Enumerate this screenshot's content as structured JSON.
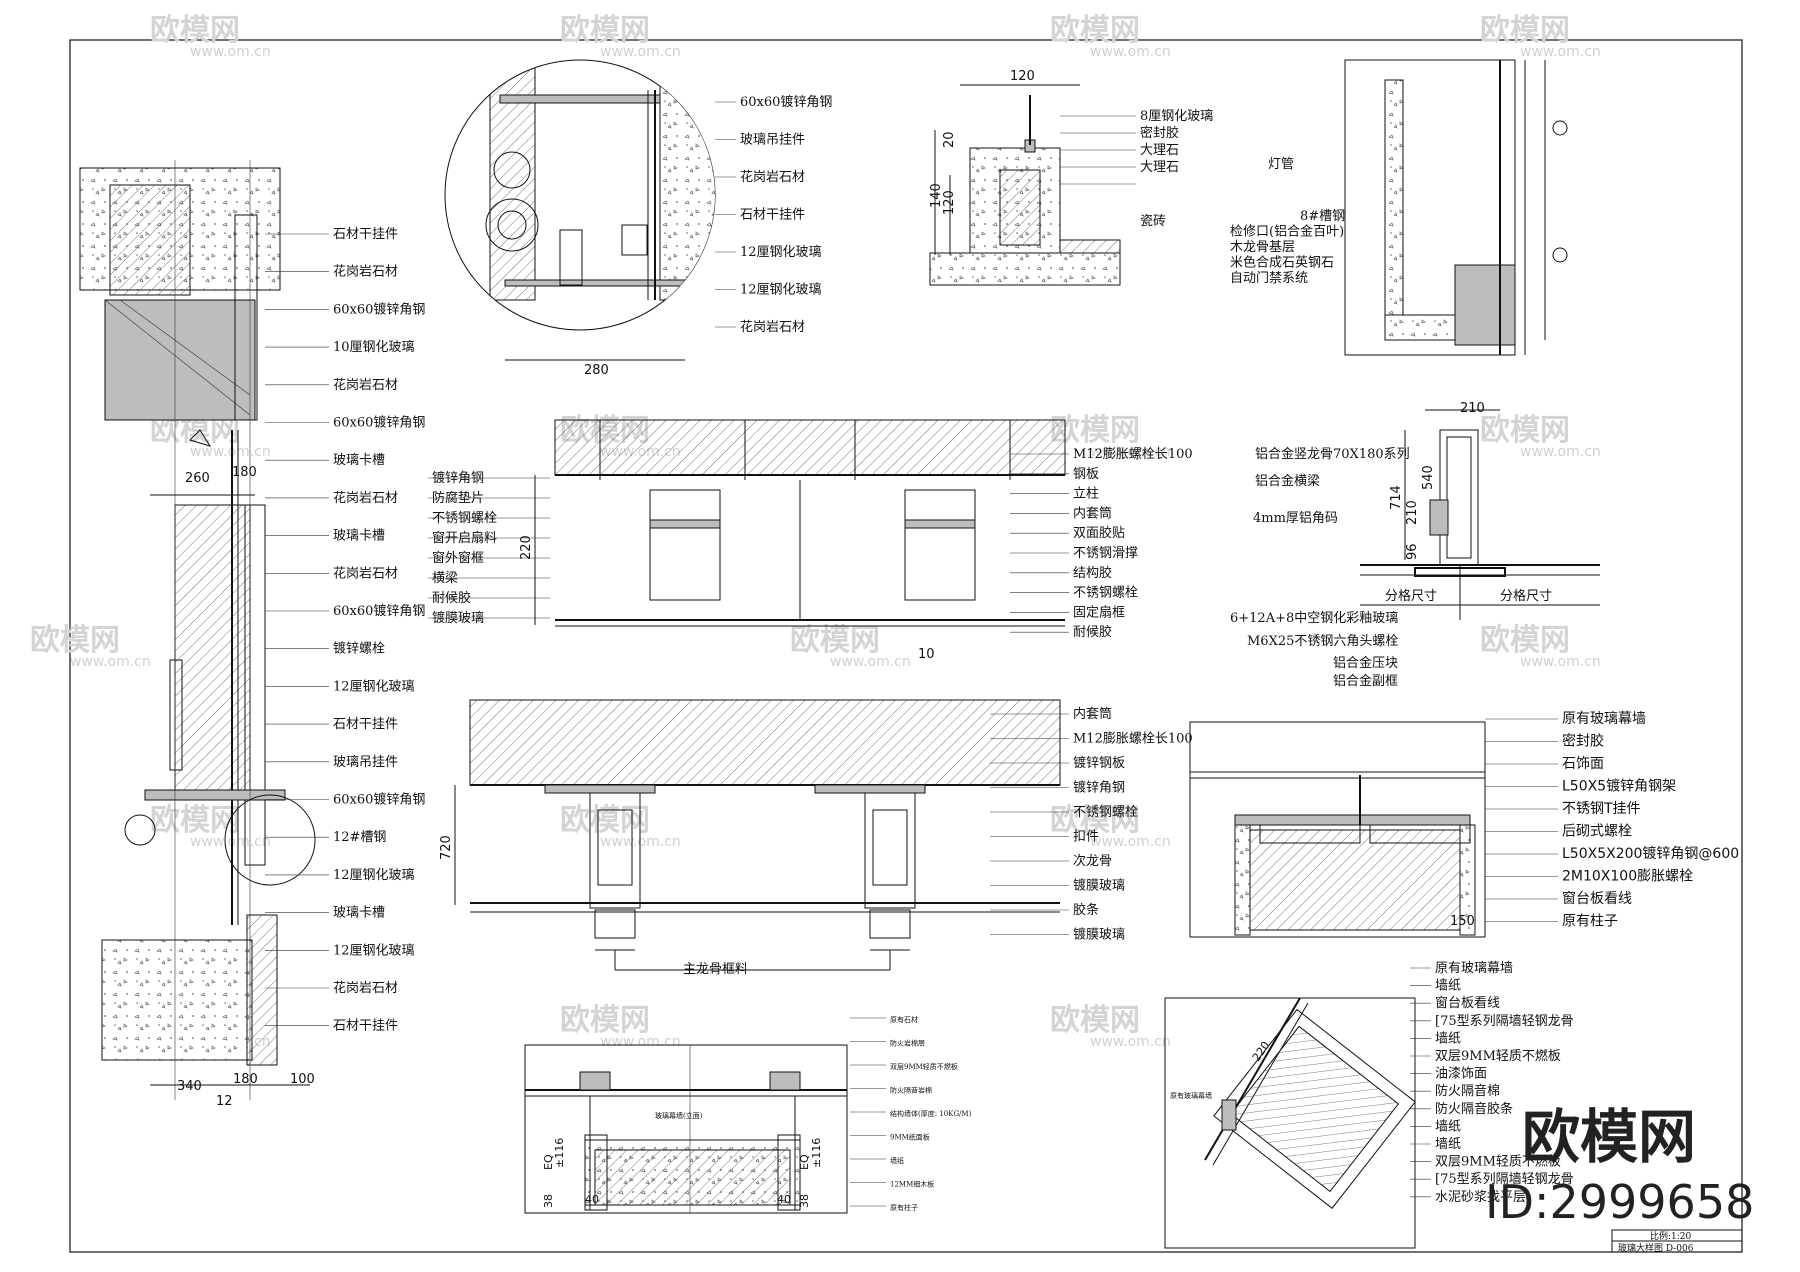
{
  "watermark": {
    "brand": "欧模网",
    "site": "www.om.cn"
  },
  "corner_badge": {
    "brand": "欧模网",
    "id": "ID:2999658"
  },
  "title_block": {
    "scale": "比例:1:20",
    "title": "玻璃大样图 D-006"
  },
  "vertical_section": {
    "labels": [
      "石材干挂件",
      "花岗岩石材",
      "60x60镀锌角钢",
      "10厘钢化玻璃",
      "花岗岩石材",
      "60x60镀锌角钢",
      "玻璃卡槽",
      "花岗岩石材",
      "玻璃卡槽",
      "花岗岩石材",
      "60x60镀锌角钢",
      "镀锌螺栓",
      "12厘钢化玻璃",
      "石材干挂件",
      "玻璃吊挂件",
      "60x60镀锌角钢",
      "12#槽钢",
      "12厘钢化玻璃",
      "玻璃卡槽",
      "12厘钢化玻璃",
      "花岗岩石材",
      "石材干挂件"
    ],
    "dims_top": [
      "260",
      "180"
    ],
    "dims_bottom": [
      "340",
      "180",
      "100",
      "12"
    ]
  },
  "circle_detail": {
    "labels": [
      "60x60镀锌角钢",
      "玻璃吊挂件",
      "花岗岩石材",
      "石材干挂件",
      "12厘钢化玻璃",
      "12厘钢化玻璃",
      "花岗岩石材"
    ],
    "dim": "280"
  },
  "sill_detail": {
    "labels": [
      "8厘钢化玻璃",
      "密封胶",
      "大理石",
      "大理石",
      "瓷砖"
    ],
    "dims": [
      "120",
      "20",
      "140",
      "120"
    ]
  },
  "door_detail": {
    "labels": [
      "灯管",
      "8#槽钢",
      "检修口(铝合金百叶)",
      "木龙骨基层",
      "米色合成石英钢石",
      "自动门禁系统"
    ]
  },
  "mullion_detail": {
    "labels": [
      "铝合金竖龙骨70X180系列",
      "铝合金横梁",
      "4mm厚铝角码",
      "6+12A+8中空钢化彩釉玻璃",
      "M6X25不锈钢六角头螺栓",
      "铝合金压块",
      "铝合金副框"
    ],
    "dims": [
      "210",
      "540",
      "714",
      "210",
      "96"
    ],
    "grid": [
      "分格尺寸",
      "分格尺寸"
    ]
  },
  "window_section": {
    "left_labels": [
      "镀锌角钢",
      "防腐垫片",
      "不锈钢螺栓",
      "窗开启扇料",
      "窗外窗框",
      "横梁",
      "耐候胶",
      "镀膜玻璃"
    ],
    "right_labels": [
      "M12膨胀螺栓长100",
      "钢板",
      "立柱",
      "内套筒",
      "双面胶贴",
      "不锈钢滑撑",
      "结构胶",
      "不锈钢螺栓",
      "固定扇框",
      "耐候胶"
    ],
    "dims": [
      "220",
      "10"
    ]
  },
  "curtain_section": {
    "labels": [
      "内套筒",
      "M12膨胀螺栓长100",
      "镀锌钢板",
      "镀锌角钢",
      "不锈钢螺栓",
      "扣件",
      "次龙骨",
      "镀膜玻璃",
      "胶条",
      "镀膜玻璃"
    ],
    "dim": "720",
    "caption": "主龙骨框料"
  },
  "column_detail": {
    "labels": [
      "原有玻璃幕墙",
      "密封胶",
      "石饰面",
      "L50X5镀锌角钢架",
      "不锈钢T挂件",
      "后砌式螺栓",
      "L50X5X200镀锌角钢@600",
      "2M10X100膨胀螺栓",
      "窗台板看线",
      "原有柱子"
    ],
    "dim": "150"
  },
  "plan_detail": {
    "labels": [
      "原有石材",
      "防火岩棉层",
      "双层9MM轻质不燃板",
      "防火隔音岩棉",
      "结构墙体(厚度: 10KG/M)",
      "9MM纸面板",
      "墙纸",
      "12MM细木板",
      "原有柱子"
    ],
    "center_note": "玻璃幕墙(立面)",
    "dims": [
      "±116",
      "±116",
      "38",
      "40",
      "EQ",
      "EQ",
      "38",
      "40"
    ]
  },
  "corner_detail": {
    "labels": [
      "原有玻璃幕墙",
      "墙纸",
      "窗台板看线",
      "[75型系列隔墙轻钢龙骨",
      "墙纸",
      "双层9MM轻质不燃板",
      "油漆饰面",
      "防火隔音棉",
      "防火隔音胶条",
      "墙纸",
      "墙纸",
      "双层9MM轻质不燃板",
      "[75型系列隔墙轻钢龙骨",
      "水泥砂浆找平层"
    ],
    "side_note": "原有玻璃幕墙",
    "dim": "220"
  }
}
